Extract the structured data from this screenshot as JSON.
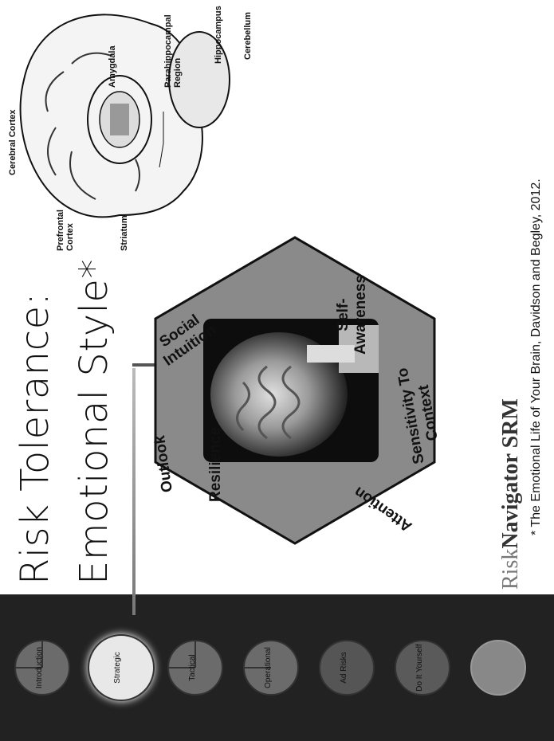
{
  "slide": {
    "title_line1": "Risk Tolerance:",
    "title_line2": "Emotional Style*",
    "footnote": "* The Emotional Life of Your Brain, Davidson and Begley, 2012.",
    "brand": {
      "part1": "Risk",
      "part2": "Navigator SRM"
    }
  },
  "nav": {
    "items": [
      {
        "label": "Introduction"
      },
      {
        "label": "Strategic"
      },
      {
        "label": "Tactical"
      },
      {
        "label": "Operational"
      },
      {
        "label": "Ad Risks"
      },
      {
        "label": "Do It Yourself"
      }
    ]
  },
  "hexagon": {
    "labels": {
      "outlook": "Outlook",
      "social_intuition": "Social Intuition",
      "resilience": "Resilience",
      "self_awareness": "Self-Awareness",
      "attention": "Attention",
      "sensitivity": "Sensitivity To Context"
    }
  },
  "brain_diagram": {
    "labels": {
      "cerebral_cortex": "Cerebral Cortex",
      "prefrontal_cortex": "Prefrontal Cortex",
      "striatum": "Striatum",
      "amygdala": "Amygdala",
      "parahippocampal": "Parahippocampal Region",
      "hippocampus": "Hippocampus",
      "cerebellum": "Cerebellum"
    }
  }
}
